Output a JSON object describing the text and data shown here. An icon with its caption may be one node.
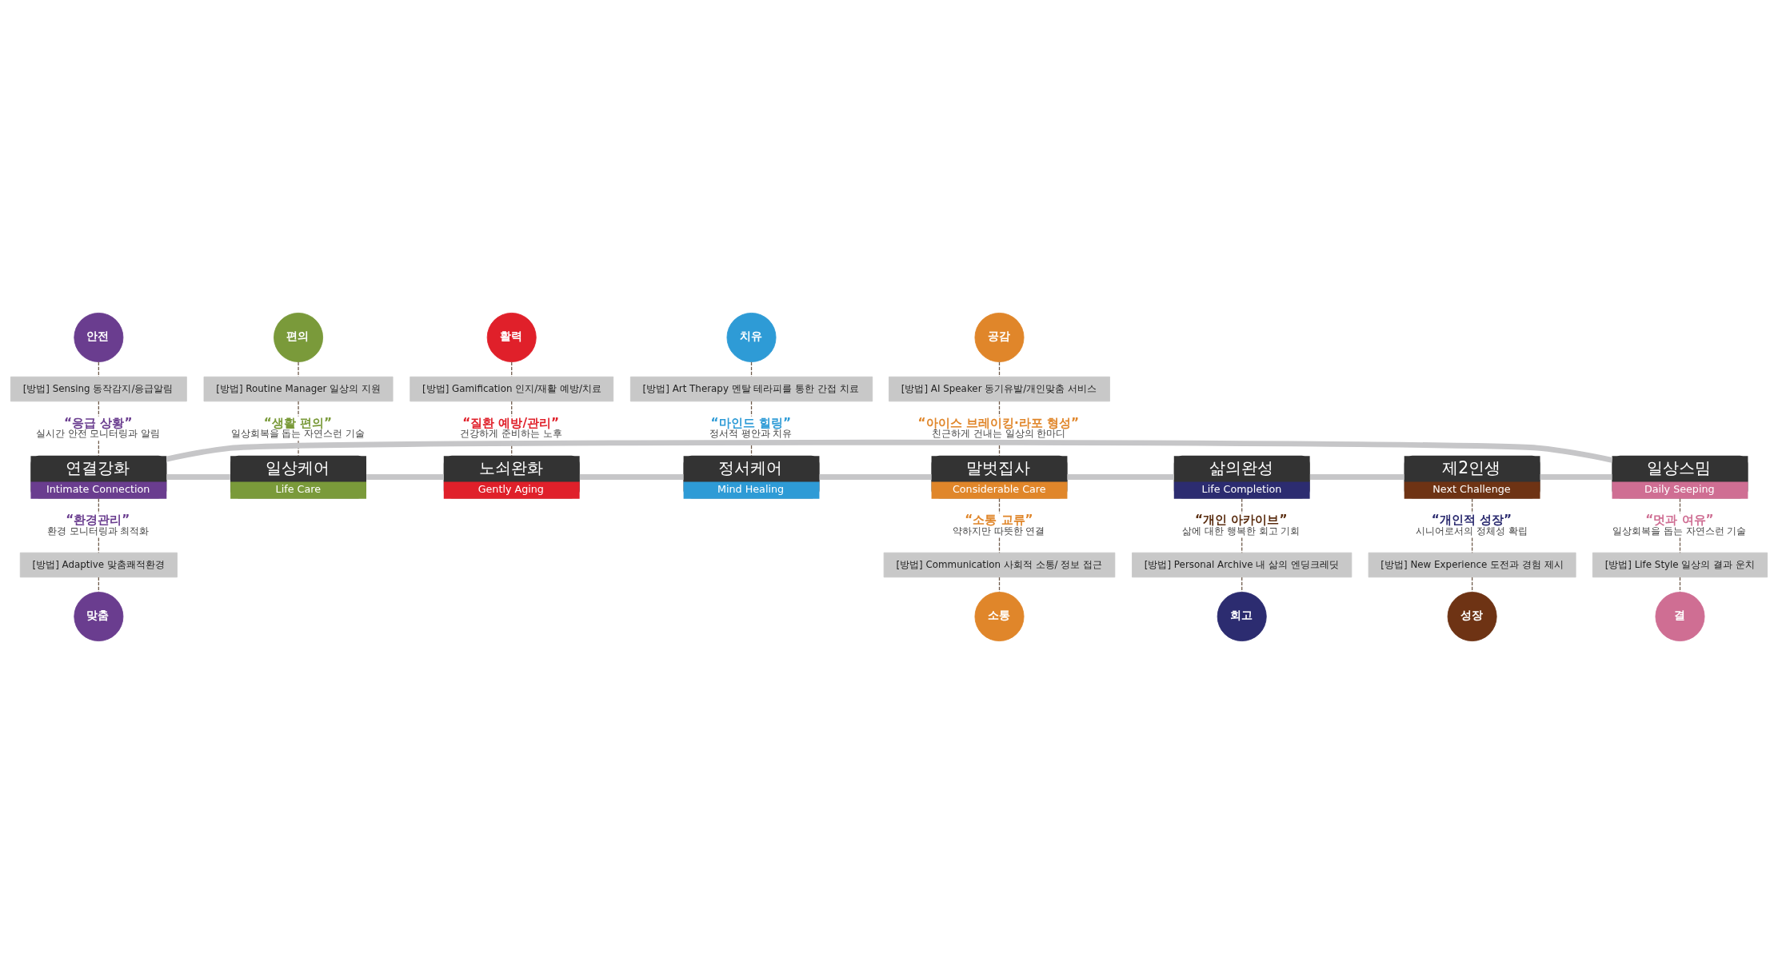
{
  "diagram": {
    "nodes": [
      {
        "text": [
          "안전"
        ]
      },
      {
        "text": [
          "편의"
        ]
      },
      {
        "text": [
          "활력"
        ]
      },
      {
        "text": [
          "치유"
        ]
      },
      {
        "text": [
          "공감"
        ]
      },
      {
        "text": [
          "[방법] Routine Manager 일상의 지원"
        ]
      },
      {
        "text": [
          "[방법] Gamification 인지/재활 예방/치료"
        ]
      },
      {
        "text": [
          "[방법] Art Therapy 멘탈 테라피를 통한 간접 치료"
        ]
      },
      {
        "text": [
          "[방법] Sensing 동작감지/응급알림"
        ]
      },
      {
        "text": [
          "[방법] AI Speaker 동기유발/개인맞춤 서비스"
        ]
      },
      {
        "text": [
          "“생활 편의”",
          "일상회복을 돕는 자연스런 기술"
        ]
      },
      {
        "text": [
          "“질환 예방/관리”",
          "건강하게 준비하는 노후"
        ]
      },
      {
        "text": [
          "“마인드 힐링”",
          "정서적 평안과 치유"
        ]
      },
      {
        "text": [
          "“응급 상황”",
          "실시간 안전 모니터링과 알림"
        ]
      },
      {
        "text": [
          "“아이스 브레이킹·라포 형성”",
          "친근하게 건내는 일상의 한마디"
        ]
      },
      {
        "text": [
          "일상케어",
          "Life Care"
        ]
      },
      {
        "text": [
          "노쇠완화",
          "Gently Aging"
        ]
      },
      {
        "text": [
          "정서케어",
          "Mind Healing"
        ]
      },
      {
        "text": [
          "연결강화",
          "Intimate Connection"
        ]
      },
      {
        "text": [
          "말벗집사",
          "Considerable Care"
        ]
      },
      {
        "text": [
          "일상스밈",
          "Daily Seeping"
        ]
      },
      {
        "text": [
          "제2인생",
          "Next Challenge"
        ]
      },
      {
        "text": [
          "삶의완성",
          "Life Completion"
        ]
      },
      {
        "text": [
          "“환경관리”",
          "환경 모니터링과 최적화"
        ]
      },
      {
        "text": [
          "“소통 교류”",
          "약하지만 따뜻한 연결"
        ]
      },
      {
        "text": [
          "“멋과 여유”",
          "일상회복을 돕는 자연스런 기술"
        ]
      },
      {
        "text": [
          "“개인적 성장”",
          "시니어로서의 정체성 확립"
        ]
      },
      {
        "text": [
          "“개인 아카이브”",
          "삶에 대한 행복한 회고 기회"
        ]
      },
      {
        "text": [
          "[방법] Adaptive 맞춤쾌적환경"
        ]
      },
      {
        "text": [
          "[방법] Communication 사회적 소통/ 정보 접근"
        ]
      },
      {
        "text": [
          "[방법] Life Style 일상의 결과 운치"
        ]
      },
      {
        "text": [
          "[방법] New Experience 도전과 경험 제시"
        ]
      },
      {
        "text": [
          "[방법] Personal Archive 내 삶의 엔딩크레딧"
        ]
      },
      {
        "text": [
          "맞춤"
        ]
      },
      {
        "text": [
          "결"
        ]
      },
      {
        "text": [
          "성장"
        ]
      },
      {
        "text": [
          "회고"
        ]
      },
      {
        "text": [
          "소통"
        ]
      }
    ],
    "edges": [
      {
        "from": 0,
        "to": 8,
        "arrow": "none",
        "style": "dashed"
      },
      {
        "from": 8,
        "to": 13,
        "arrow": "none",
        "style": "dashed"
      },
      {
        "from": 13,
        "to": 18,
        "arrow": "none",
        "style": "dashed"
      },
      {
        "from": 1,
        "to": 5,
        "arrow": "none",
        "style": "dashed"
      },
      {
        "from": 5,
        "to": 10,
        "arrow": "none",
        "style": "dashed"
      },
      {
        "from": 10,
        "to": 15,
        "arrow": "none",
        "style": "dashed"
      },
      {
        "from": 2,
        "to": 6,
        "arrow": "none",
        "style": "dashed"
      },
      {
        "from": 6,
        "to": 11,
        "arrow": "none",
        "style": "dashed"
      },
      {
        "from": 11,
        "to": 16,
        "arrow": "none",
        "style": "dashed"
      },
      {
        "from": 3,
        "to": 7,
        "arrow": "none",
        "style": "dashed"
      },
      {
        "from": 7,
        "to": 12,
        "arrow": "none",
        "style": "dashed"
      },
      {
        "from": 12,
        "to": 17,
        "arrow": "none",
        "style": "dashed"
      },
      {
        "from": 4,
        "to": 9,
        "arrow": "none",
        "style": "dashed"
      },
      {
        "from": 9,
        "to": 14,
        "arrow": "none",
        "style": "dashed"
      },
      {
        "from": 14,
        "to": 19,
        "arrow": "none",
        "style": "dashed"
      },
      {
        "from": 18,
        "to": 23,
        "arrow": "none",
        "style": "dashed"
      },
      {
        "from": 23,
        "to": 28,
        "arrow": "none",
        "style": "dashed"
      },
      {
        "from": 28,
        "to": 33,
        "arrow": "none",
        "style": "dashed"
      },
      {
        "from": 20,
        "to": 25,
        "arrow": "none",
        "style": "dashed"
      },
      {
        "from": 25,
        "to": 30,
        "arrow": "none",
        "style": "dashed"
      },
      {
        "from": 30,
        "to": 34,
        "arrow": "none",
        "style": "dashed"
      },
      {
        "from": 21,
        "to": 26,
        "arrow": "none",
        "style": "dashed"
      },
      {
        "from": 26,
        "to": 31,
        "arrow": "none",
        "style": "dashed"
      },
      {
        "from": 31,
        "to": 35,
        "arrow": "none",
        "style": "dashed"
      },
      {
        "from": 22,
        "to": 27,
        "arrow": "none",
        "style": "dashed"
      },
      {
        "from": 27,
        "to": 32,
        "arrow": "none",
        "style": "dashed"
      },
      {
        "from": 32,
        "to": 36,
        "arrow": "none",
        "style": "dashed"
      },
      {
        "from": 19,
        "to": 24,
        "arrow": "none",
        "style": "dashed"
      },
      {
        "from": 24,
        "to": 29,
        "arrow": "none",
        "style": "dashed"
      },
      {
        "from": 29,
        "to": 37,
        "arrow": "none",
        "style": "dashed"
      },
      {
        "from": 18,
        "to": 15,
        "arrow": "none",
        "style": "thick",
        "color": "#c6c6c8"
      },
      {
        "from": 15,
        "to": 16,
        "arrow": "none",
        "style": "thick",
        "color": "#c6c6c8"
      },
      {
        "from": 16,
        "to": 17,
        "arrow": "none",
        "style": "thick",
        "color": "#c6c6c8"
      },
      {
        "from": 17,
        "to": 19,
        "arrow": "none",
        "style": "thick",
        "color": "#c6c6c8"
      },
      {
        "from": 19,
        "to": 22,
        "arrow": "none",
        "style": "thick",
        "color": "#c6c6c8"
      },
      {
        "from": 22,
        "to": 21,
        "arrow": "none",
        "style": "thick",
        "color": "#c6c6c8"
      },
      {
        "from": 21,
        "to": 20,
        "arrow": "none",
        "style": "thick",
        "color": "#c6c6c8"
      },
      {
        "from": 20,
        "to": 18,
        "arrow": "none",
        "style": "thick",
        "color": "#c6c6c8"
      }
    ]
  }
}
